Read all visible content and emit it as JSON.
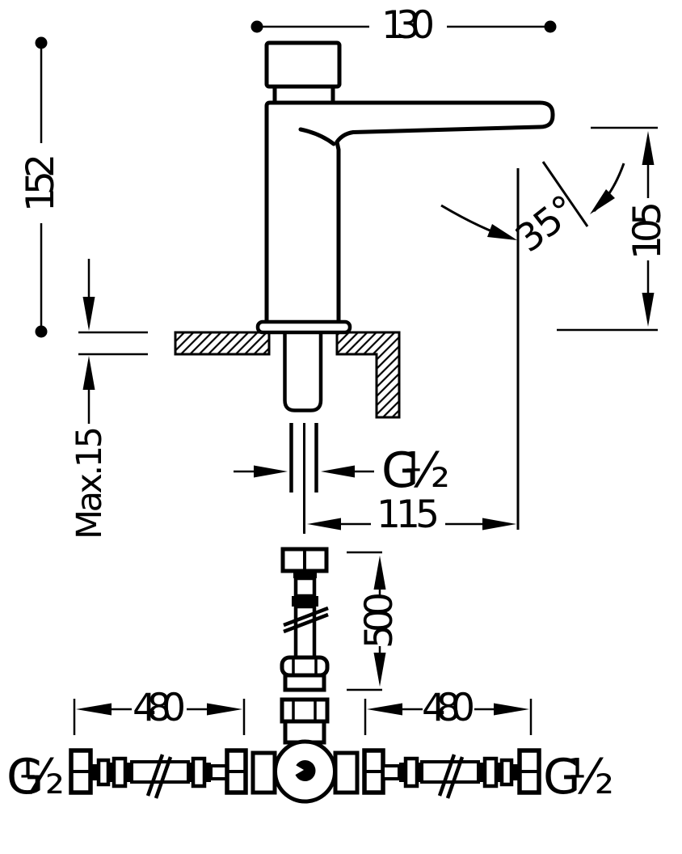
{
  "colors": {
    "ink": "#000000",
    "paper": "#ffffff"
  },
  "dims": {
    "spout_width": "130",
    "body_height": "152",
    "deck_thickness": "Max.15",
    "stream_angle": "35°",
    "outlet_height": "105",
    "thread_top": "G½",
    "reach": "115",
    "riser_hose_length": "500",
    "left_hose_length": "480",
    "right_hose_length": "480",
    "thread_bottom_left": "G½",
    "thread_bottom_right": "G ½"
  }
}
